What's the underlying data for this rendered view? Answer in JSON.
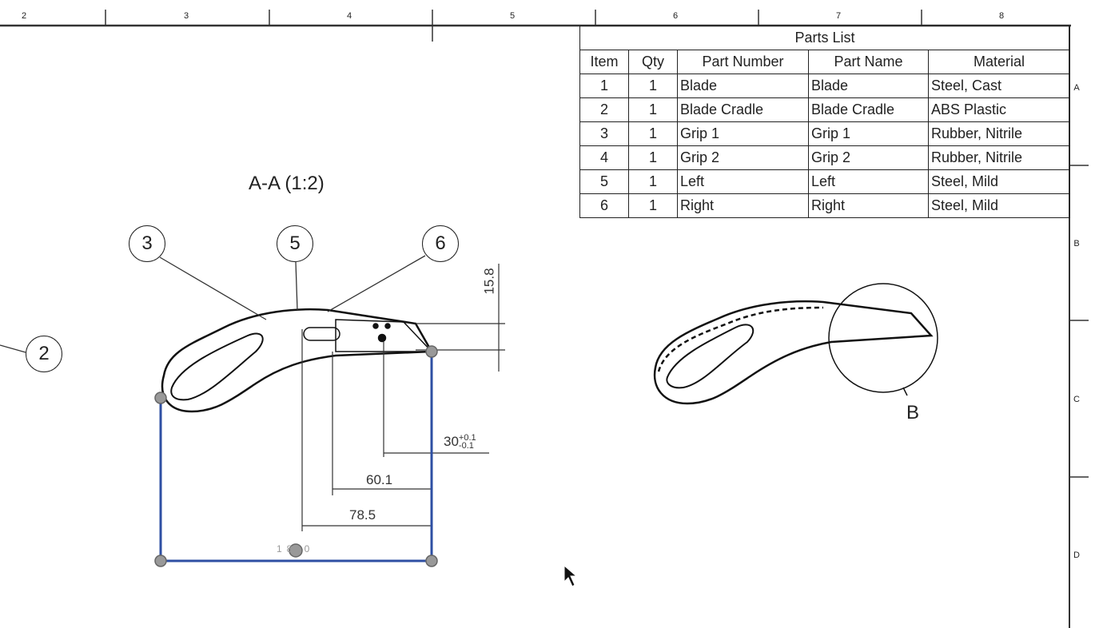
{
  "border": {
    "columns": [
      "2",
      "3",
      "4",
      "5",
      "6",
      "7",
      "8"
    ],
    "rows": [
      "A",
      "B",
      "C",
      "D"
    ]
  },
  "parts_list": {
    "title": "Parts List",
    "headers": [
      "Item",
      "Qty",
      "Part Number",
      "Part Name",
      "Material"
    ],
    "rows": [
      [
        "1",
        "1",
        "Blade",
        "Blade",
        "Steel, Cast"
      ],
      [
        "2",
        "1",
        "Blade Cradle",
        "Blade Cradle",
        "ABS Plastic"
      ],
      [
        "3",
        "1",
        "Grip 1",
        "Grip 1",
        "Rubber, Nitrile"
      ],
      [
        "4",
        "1",
        "Grip 2",
        "Grip 2",
        "Rubber, Nitrile"
      ],
      [
        "5",
        "1",
        "Left",
        "Left",
        "Steel, Mild"
      ],
      [
        "6",
        "1",
        "Right",
        "Right",
        "Steel, Mild"
      ]
    ]
  },
  "view": {
    "title": "A-A (1:2)",
    "detail_label": "B"
  },
  "balloons": [
    "3",
    "5",
    "6",
    "2"
  ],
  "dimensions": {
    "d1": "15.8",
    "d2": "30",
    "d2_plus": "+0.1",
    "d2_minus": "-0.1",
    "d3": "60.1",
    "d4": "78.5",
    "d5": "18.0"
  }
}
